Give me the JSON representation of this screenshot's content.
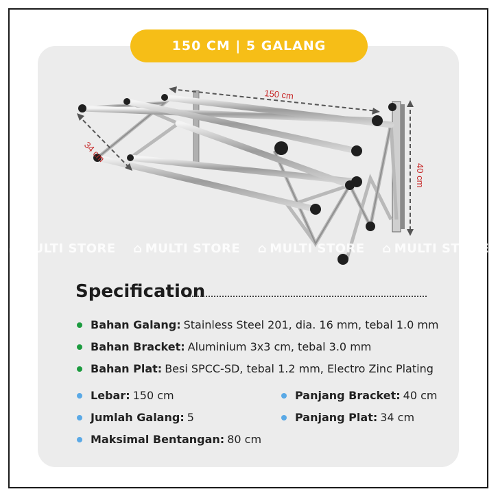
{
  "header": {
    "label": "150 CM | 5 GALANG"
  },
  "dimensions": {
    "length": "150 cm",
    "height": "40 cm",
    "depth": "34 cm"
  },
  "watermark": {
    "text": "MULTI STORE"
  },
  "spec": {
    "title": "Specification",
    "main": [
      {
        "label": "Bahan Galang:",
        "value": "Stainless Steel 201, dia. 16 mm, tebal 1.0 mm"
      },
      {
        "label": "Bahan Bracket:",
        "value": "Aluminium 3x3 cm, tebal 3.0 mm"
      },
      {
        "label": "Bahan Plat:",
        "value": "Besi SPCC-SD, tebal 1.2 mm, Electro Zinc Plating"
      }
    ],
    "left": [
      {
        "label": "Lebar:",
        "value": "150 cm"
      },
      {
        "label": "Jumlah Galang:",
        "value": "5"
      },
      {
        "label": "Maksimal Bentangan:",
        "value": "80 cm"
      }
    ],
    "right": [
      {
        "label": "Panjang Bracket:",
        "value": "40 cm"
      },
      {
        "label": "Panjang Plat:",
        "value": "34 cm"
      }
    ]
  },
  "colors": {
    "accent": "#f6be17",
    "green_bullet": "#1c9b3f",
    "blue_bullet": "#5aa9e6",
    "dimension": "#c62828"
  }
}
